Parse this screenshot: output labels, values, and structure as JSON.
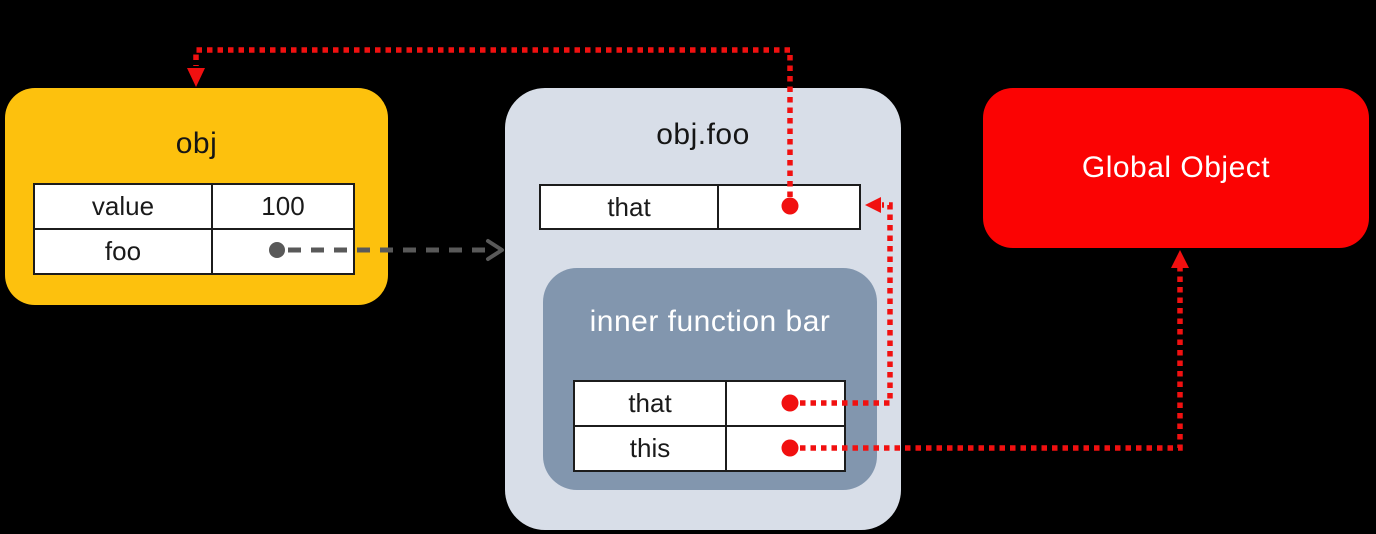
{
  "canvas": {
    "background": "#000000"
  },
  "colors": {
    "background": "#000000",
    "obj_box": "#fdc10d",
    "objfoo_box": "#d8dee8",
    "inner_box": "#8296ae",
    "global_box": "#fb0303",
    "arrow_red": "#f11010",
    "arrow_gray": "#595959",
    "table_cell": "#ffffff",
    "table_border": "#1c1c1c"
  },
  "obj_box": {
    "title": "obj",
    "rows": [
      {
        "name": "value",
        "value": "100"
      },
      {
        "name": "foo",
        "value": ""
      }
    ]
  },
  "objfoo_box": {
    "title": "obj.foo",
    "rows": [
      {
        "name": "that",
        "value": ""
      }
    ]
  },
  "inner_box": {
    "title": "inner function bar",
    "rows": [
      {
        "name": "that",
        "value": ""
      },
      {
        "name": "this",
        "value": ""
      }
    ]
  },
  "global_box": {
    "title": "Global Object"
  },
  "edges": [
    {
      "from": "obj.foo.that",
      "to": "obj",
      "style": "red-dotted",
      "description": "that in obj.foo references obj"
    },
    {
      "from": "inner-function-bar.that",
      "to": "obj.foo.that",
      "style": "red-dotted",
      "description": "that in inner function bar references that of obj.foo"
    },
    {
      "from": "inner-function-bar.this",
      "to": "Global Object",
      "style": "red-dotted",
      "description": "this in inner function bar references the Global Object"
    },
    {
      "from": "obj.foo-property",
      "to": "obj.foo-scope",
      "style": "gray-dashed",
      "description": "foo property of obj points to the obj.foo function"
    }
  ]
}
